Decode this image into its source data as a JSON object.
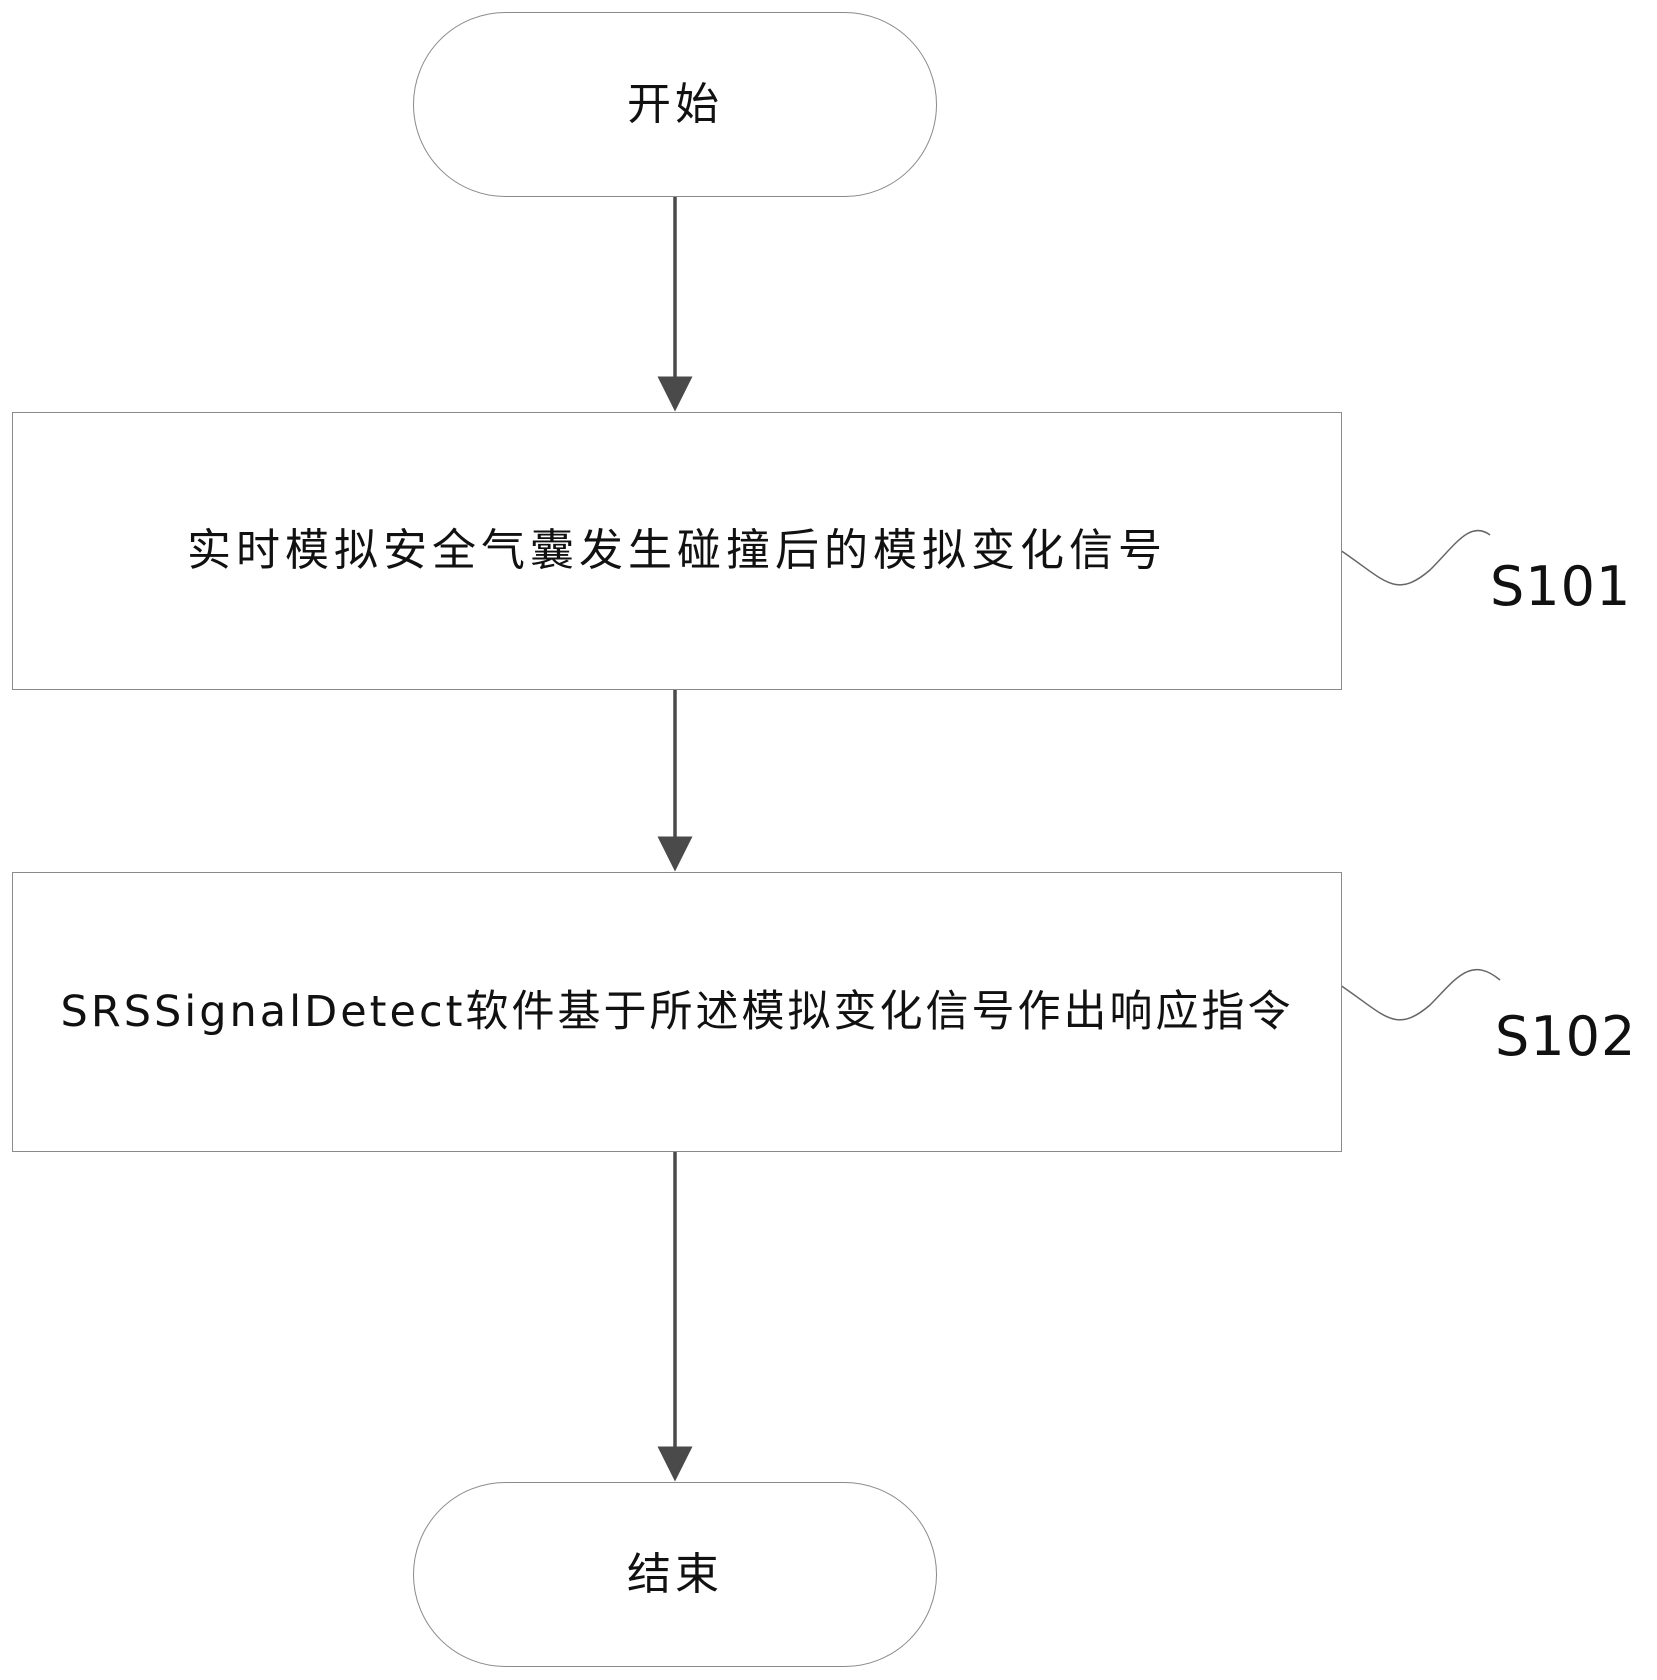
{
  "diagram": {
    "start": {
      "text": "开始"
    },
    "steps": [
      {
        "id": "S101",
        "text": "实时模拟安全气囊发生碰撞后的模拟变化信号"
      },
      {
        "id": "S102",
        "text": "SRSSignalDetect软件基于所述模拟变化信号作出响应指令"
      }
    ],
    "end": {
      "text": "结束"
    }
  },
  "colors": {
    "line": "#4a4a4a",
    "border": "#8a8a8a",
    "text": "#111111",
    "background": "#ffffff"
  }
}
